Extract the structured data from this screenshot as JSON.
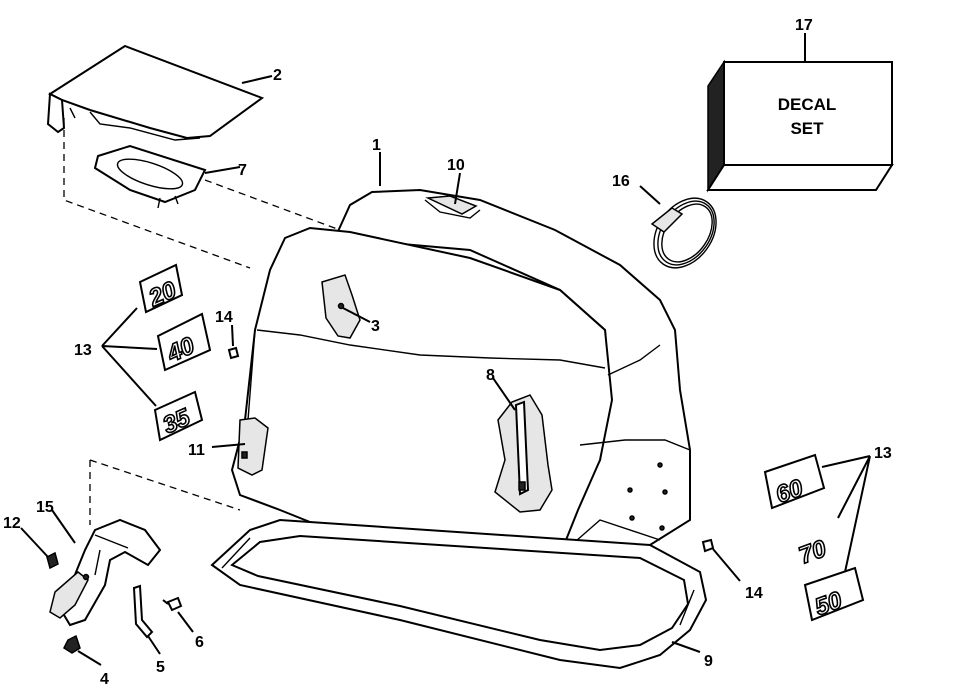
{
  "decal_box": {
    "line1": "DECAL",
    "line2": "SET"
  },
  "callouts": {
    "c1": "1",
    "c2": "2",
    "c3": "3",
    "c4": "4",
    "c5": "5",
    "c6": "6",
    "c7": "7",
    "c8": "8",
    "c9": "9",
    "c10": "10",
    "c11": "11",
    "c12": "12",
    "c13a": "13",
    "c13b": "13",
    "c14a": "14",
    "c14b": "14",
    "c15": "15",
    "c16": "16",
    "c17": "17"
  },
  "decal_numbers": {
    "left_top": "20",
    "left_mid": "40",
    "left_bot": "35",
    "right_top": "60",
    "right_mid": "70",
    "right_bot": "50"
  }
}
